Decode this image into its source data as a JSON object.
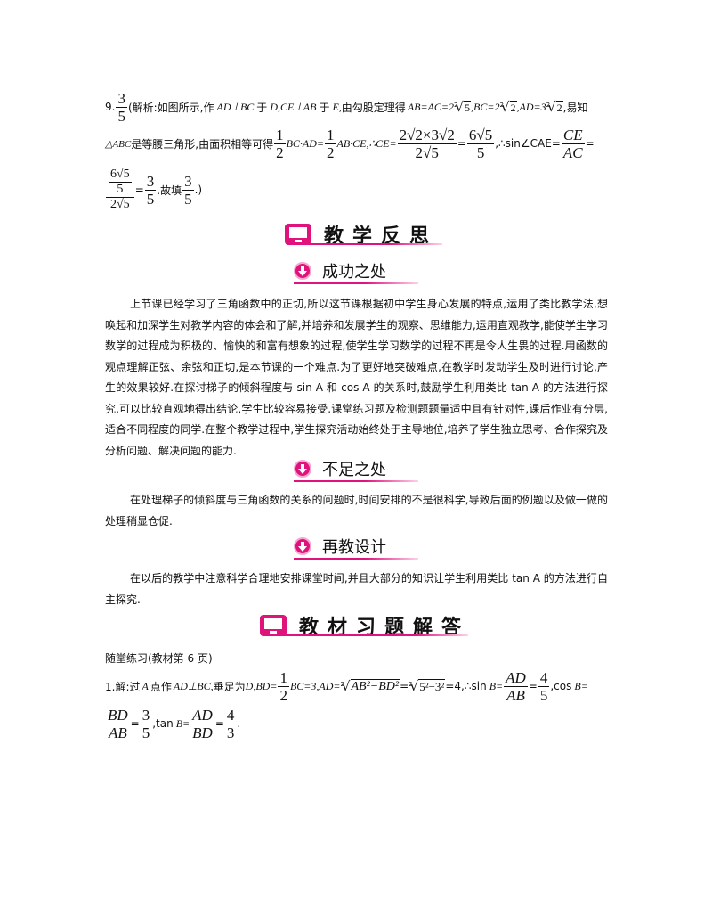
{
  "problem9": {
    "number": "9.",
    "answer_num": "3",
    "answer_den": "5",
    "line1_text_a": "(解析:如图所示,作",
    "ad_perp_bc": "AD⊥BC",
    "at1": "于",
    "d_point": "D,",
    "ce_perp_ab": "CE⊥AB",
    "at2": "于",
    "e_point": "E,",
    "pythag": "由勾股定理得",
    "ab_eq_ac": "AB=AC=2",
    "bc_eq": ",BC=2",
    "ad_eq": ",AD=3",
    "easy_know": ",易知",
    "tri_abc": "△ABC",
    "line2_text": "是等腰三角形,由面积相等可得",
    "half": "1",
    "half_den": "2",
    "bc_ad": "BC·AD=",
    "ab_ce": "AB·CE,∴CE=",
    "ce_num": "2√2×3√2",
    "ce_den": "2√5",
    "eq1": "=",
    "ce_result_num": "6√5",
    "ce_result_den": "5",
    "sin_label": ",∴sin∠CAE=",
    "ce_label": "CE",
    "ac_label": "AC",
    "eq2": "=",
    "six_root5": "6",
    "five": "5",
    "two": "2",
    "three": "3",
    "fill_text": ".故填",
    "close": ".)",
    "radicand5": "5",
    "radicand2": "2",
    "root_index": "2"
  },
  "section1": {
    "title": "教学反思"
  },
  "sub1": {
    "title": "成功之处"
  },
  "para1": "上节课已经学习了三角函数中的正切,所以这节课根据初中学生身心发展的特点,运用了类比教学法,想唤起和加深学生对教学内容的体会和了解,并培养和发展学生的观察、思维能力,运用直观教学,能使学生学习数学的过程成为积极的、愉快的和富有想象的过程,使学生学习数学的过程不再是令人生畏的过程.用函数的观点理解正弦、余弦和正切,是本节课的一个难点.为了更好地突破难点,在教学时发动学生及时进行讨论,产生的效果较好.在探讨梯子的倾斜程度与 sin A 和 cos A 的关系时,鼓励学生利用类比 tan A 的方法进行探究,可以比较直观地得出结论,学生比较容易接受.课堂练习题及检测题题量适中且有针对性,课后作业有分层,适合不同程度的同学.在整个教学过程中,学生探究活动始终处于主导地位,培养了学生独立思考、合作探究及分析问题、解决问题的能力.",
  "sub2": {
    "title": "不足之处"
  },
  "para2": "在处理梯子的倾斜度与三角函数的关系的问题时,时间安排的不是很科学,导致后面的例题以及做一做的处理稍显仓促.",
  "sub3": {
    "title": "再教设计"
  },
  "para3": "在以后的教学中注意科学合理地安排课堂时间,并且大部分的知识让学生利用类比 tan A 的方法进行自主探究.",
  "section2": {
    "title": "教材习题解答"
  },
  "practice_heading": "随堂练习(教材第 6 页)",
  "problem1": {
    "lead": "1.解:过",
    "a_pt": "A",
    "make": "点作",
    "ad_bc": "AD⊥BC,",
    "foot": "垂足为",
    "d_bd": "D,BD=",
    "half_num": "1",
    "half_den": "2",
    "bc3": "BC=3,AD=",
    "rad1": "AB²−BD²",
    "eq": "=",
    "rad2": "5²−3²",
    "eq4": "=4,∴sin",
    "b1": "B=",
    "ad": "AD",
    "ab": "AB",
    "four": "4",
    "five": "5",
    "cos": ",cos",
    "b2": "B=",
    "bd": "BD",
    "ab2": "AB",
    "three": "3",
    "five2": "5",
    "tan": ",tan",
    "b3": "B=",
    "ad2": "AD",
    "bd2": "BD",
    "four2": "4",
    "three2": "3",
    "end": "."
  },
  "accent_color": "#e0127c"
}
